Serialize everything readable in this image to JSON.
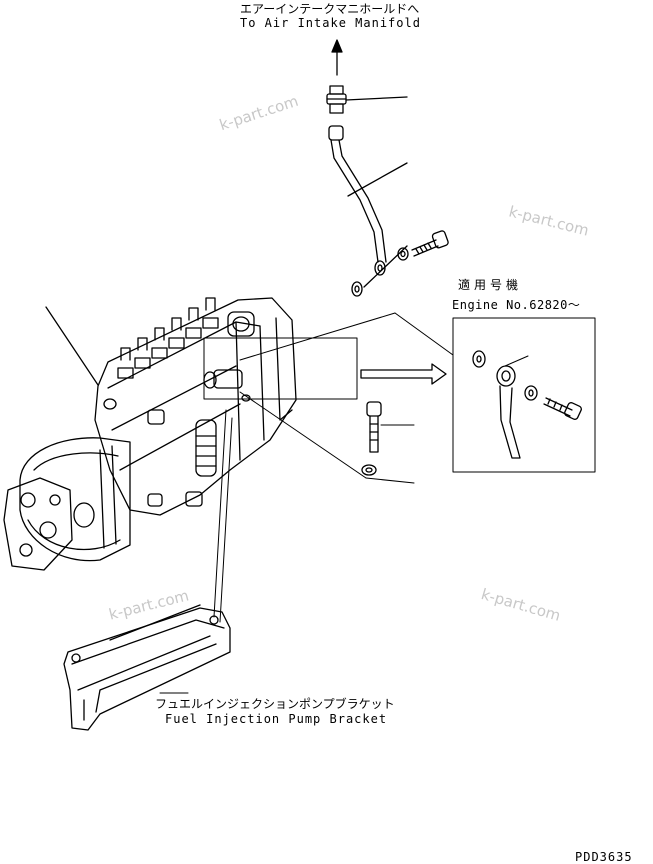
{
  "labels": {
    "air_intake_jp": "エアーインテークマニホールドへ",
    "air_intake_en": "To Air Intake Manifold",
    "applicable_jp": "適用号機",
    "engine_no": "Engine No.62820～",
    "bracket_jp": "フュエルインジェクションポンプブラケット",
    "bracket_en": "Fuel Injection Pump Bracket",
    "drawing_code": "PDD3635"
  },
  "watermark": "k-part.com",
  "colors": {
    "line": "#000000",
    "watermark": "#c8c8c8",
    "background": "#ffffff"
  }
}
